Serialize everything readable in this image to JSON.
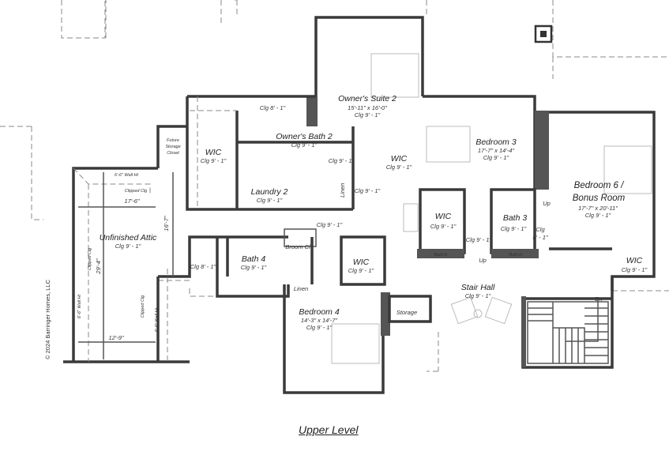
{
  "title": "Upper Level",
  "copyright": "© 2024 Barringer Homes, LLC",
  "rooms": {
    "owners_suite": {
      "name": "Owner's Suite 2",
      "size": "15'-11\" x 16'-0\"",
      "ceiling": "Clg 9' - 1\""
    },
    "owners_bath": {
      "name": "Owner's Bath 2",
      "ceiling": "Clg 9' - 1\""
    },
    "shower_clg": "Clg 8' - 1\"",
    "wc_clg": "Clg 9' - 1\"",
    "wic_left": {
      "name": "WIC",
      "ceiling": "Clg 9' - 1\""
    },
    "future_storage": "Future Storage Closet",
    "laundry": {
      "name": "Laundry 2",
      "ceiling": "Clg 9' - 1\""
    },
    "linen_upper": "Linen",
    "hall_clg_small": "Clg 9' - 1\"",
    "wic_owner": {
      "name": "WIC",
      "ceiling": "Clg 9' - 1\""
    },
    "bedroom3": {
      "name": "Bedroom 3",
      "size": "17'-7\" x 14'-4\"",
      "ceiling": "Clg 9' - 1\""
    },
    "bedroom6": {
      "name1": "Bedroom 6 /",
      "name2": "Bonus Room",
      "size": "17'-7\" x 20'-11\"",
      "ceiling": "Clg 9' - 1\""
    },
    "wic_b3": {
      "name": "WIC",
      "ceiling": "Clg 9' - 1\""
    },
    "bath3": {
      "name": "Bath 3",
      "ceiling": "Clg 9' - 1\"",
      "tub_clg1": "Clg",
      "tub_clg2": "8' - 1\""
    },
    "hall_b3_clg": "Clg 9' - 1\"",
    "up1": "Up",
    "up2": "Up",
    "builtin1": "Built-In",
    "builtin2": "Built-In",
    "wic_b6": {
      "name": "WIC",
      "ceiling": "Clg 9' - 1\""
    },
    "hall": {
      "ceiling": "Clg 9' - 1\""
    },
    "attic": {
      "name": "Unfinished Attic",
      "ceiling": "Clg 9' - 1\"",
      "width_top": "17'-6\"",
      "height_right": "16'-7\"",
      "height_total": "29'-4\"",
      "width_bottom": "12'-9\"",
      "wall_top": "6'-6\" Wall Ht",
      "wall_left": "6'-6\" Wall Ht",
      "wall_right": "6'-6\" Wall Ht",
      "clipped_top": "Clipped Clg",
      "clipped_left": "Clipped Clg",
      "clipped_right": "Clipped Clg"
    },
    "bath4": {
      "name": "Bath 4",
      "ceiling": "Clg 9' - 1\"",
      "shower_clg": "Clg 8' - 1\""
    },
    "broom": "Broom Cl",
    "linen_lower": "Linen",
    "wic_b4": {
      "name": "WIC",
      "ceiling": "Clg 9' - 1\""
    },
    "bedroom4": {
      "name": "Bedroom 4",
      "size": "14'-3\" x 14'-7\"",
      "ceiling": "Clg 9' - 1\""
    },
    "stair_hall": {
      "name": "Stair Hall",
      "ceiling": "Clg 9' - 1\""
    },
    "storage": "Storage",
    "dn": "Dn"
  }
}
